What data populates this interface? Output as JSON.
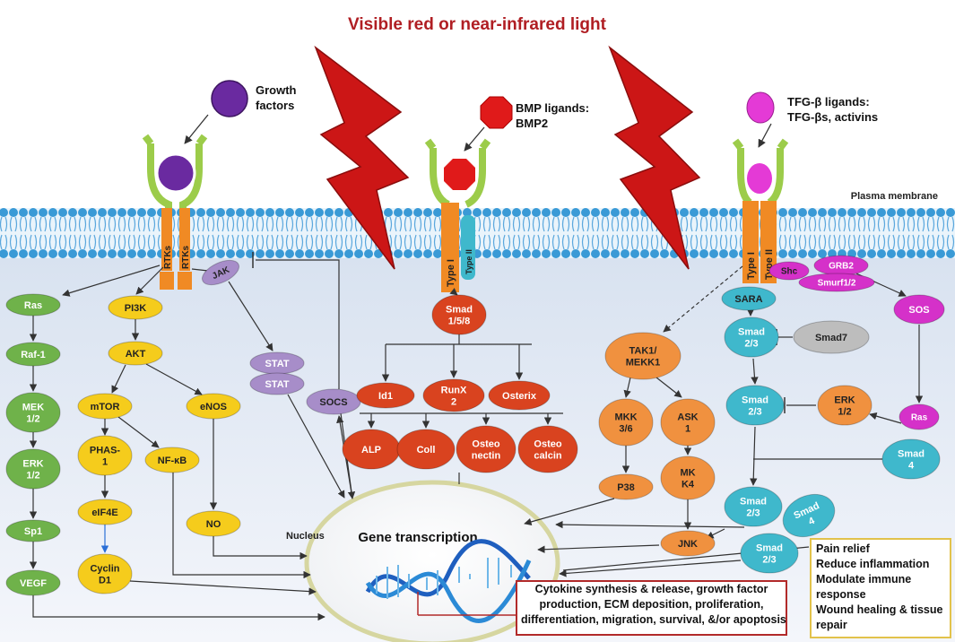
{
  "title": "Visible red or near-infrared light",
  "membrane_label": "Plasma membrane",
  "nucleus_label": "Nucleus",
  "gene_transcription": "Gene transcription",
  "ligands": {
    "growth": [
      "Growth",
      "factors"
    ],
    "bmp": [
      "BMP ligands:",
      "BMP2"
    ],
    "tgf": [
      "TFG-β ligands:",
      "TFG-βs, activins"
    ]
  },
  "receptors": {
    "rtk": "RTKs",
    "type1": "Type I",
    "type2": "Type II"
  },
  "nodes": {
    "jak": "JAK",
    "stat1": "STAT",
    "stat2": "STAT",
    "socs": "SOCS",
    "ras_left": [
      "Ras"
    ],
    "raf1": [
      "Raf-1"
    ],
    "mek": [
      "MEK",
      "1/2"
    ],
    "erk_left": [
      "ERK",
      "1/2"
    ],
    "sp1": [
      "Sp1"
    ],
    "vegf": [
      "VEGF"
    ],
    "pi3k": [
      "PI3K"
    ],
    "akt": [
      "AKT"
    ],
    "mtor": [
      "mTOR"
    ],
    "enos": [
      "eNOS"
    ],
    "phas": [
      "PHAS-",
      "1"
    ],
    "nfkb": [
      "NF-κB"
    ],
    "eif4e": [
      "eIF4E"
    ],
    "no": [
      "NO"
    ],
    "cyclin": [
      "Cyclin",
      "D1"
    ],
    "smad158": [
      "Smad",
      "1/5/8"
    ],
    "id1": [
      "Id1"
    ],
    "runx": [
      "RunX",
      "2"
    ],
    "osterix": [
      "Osterix"
    ],
    "alp": [
      "ALP"
    ],
    "coll": [
      "Coll"
    ],
    "osteonectin": [
      "Osteo",
      "nectin"
    ],
    "osteocalcin": [
      "Osteo",
      "calcin"
    ],
    "tak1": [
      "TAK1/",
      "MEKK1"
    ],
    "mkk36": [
      "MKK",
      "3/6"
    ],
    "ask1": [
      "ASK",
      "1"
    ],
    "p38": [
      "P38"
    ],
    "mkk4": [
      "MK",
      "K4"
    ],
    "jnk": [
      "JNK"
    ],
    "shc": [
      "Shc"
    ],
    "grb2": [
      "GRB2"
    ],
    "smurf": [
      "Smurf1/2"
    ],
    "sos": [
      "SOS"
    ],
    "ras_right": [
      "Ras"
    ],
    "sara": [
      "SARA"
    ],
    "smad23a": [
      "Smad",
      "2/3"
    ],
    "smad7": [
      "Smad7"
    ],
    "smad23b": [
      "Smad",
      "2/3"
    ],
    "erk_right": [
      "ERK",
      "1/2"
    ],
    "smad4a": [
      "Smad",
      "4"
    ],
    "smad23c": [
      "Smad",
      "2/3"
    ],
    "smad4b": [
      "Smad",
      "4"
    ],
    "smad23d": [
      "Smad",
      "2/3"
    ]
  },
  "outcomes": [
    "Cytokine synthesis & release, growth factor",
    "production, ECM deposition, proliferation,",
    "differentiation, migration, survival, &/or apoptosis"
  ],
  "effects": [
    "Pain relief",
    "Reduce inflammation",
    "Modulate immune",
    "response",
    "Wound healing & tissue",
    "repair"
  ],
  "colors": {
    "green": "#6fb24a",
    "yellow": "#f5cc1c",
    "red": "#d9431f",
    "orange": "#f0913f",
    "cyan": "#3fb8cc",
    "magenta": "#d531c9",
    "purple": "#a78dc9",
    "gray": "#bdbdbd",
    "receptor_green": "#9ccc4a",
    "receptor_orange": "#f08a24",
    "bolt": "#d11c1c",
    "membrane": "#3a9ad6"
  },
  "icons": [
    "lightning-bolt-icon",
    "dna-helix-icon"
  ]
}
